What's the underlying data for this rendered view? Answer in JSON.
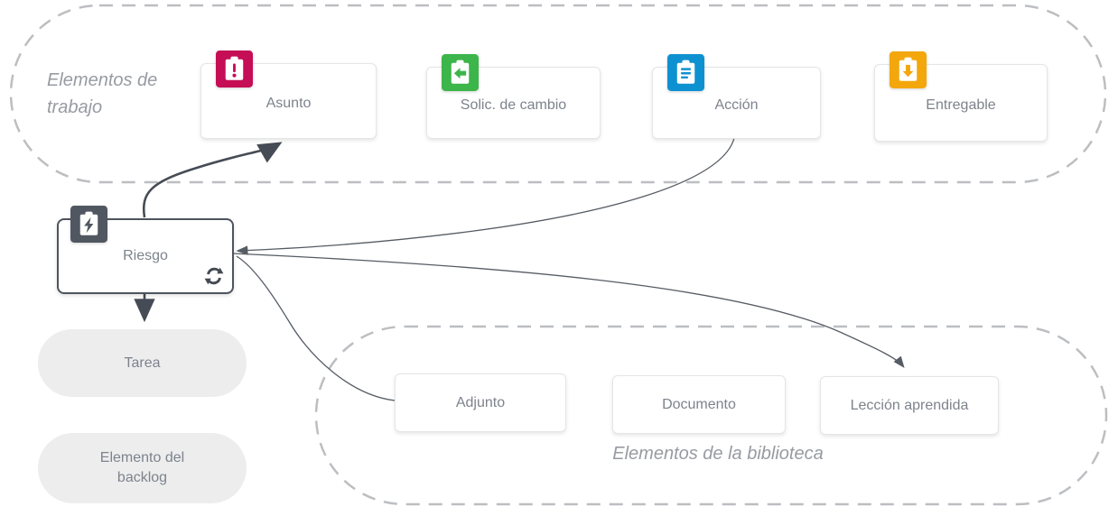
{
  "diagram": {
    "work_items_group": {
      "label": "Elementos de trabajo",
      "items": [
        {
          "id": "asunto",
          "label": "Asunto",
          "icon": "clipboard-exclamation-icon",
          "color": "#C50E56"
        },
        {
          "id": "cambio",
          "label": "Solic. de cambio",
          "icon": "clipboard-arrow-left-icon",
          "color": "#3CB54A"
        },
        {
          "id": "accion",
          "label": "Acción",
          "icon": "clipboard-list-icon",
          "color": "#0E91D1"
        },
        {
          "id": "entregable",
          "label": "Entregable",
          "icon": "clipboard-arrow-down-icon",
          "color": "#F3A70D"
        }
      ]
    },
    "risk_node": {
      "label": "Riesgo",
      "icon": "clipboard-lightning-icon",
      "corner_icon": "sync-icon",
      "color": "#515761"
    },
    "task_pill": {
      "label": "Tarea"
    },
    "backlog_pill": {
      "label": "Elemento del backlog"
    },
    "library_group": {
      "label": "Elementos de la biblioteca",
      "items": [
        {
          "id": "adjunto",
          "label": "Adjunto"
        },
        {
          "id": "documento",
          "label": "Documento"
        },
        {
          "id": "leccion",
          "label": "Lección aprendida"
        }
      ]
    },
    "edges": [
      {
        "from": "Riesgo",
        "to": "Asunto",
        "style": "thick"
      },
      {
        "from": "Riesgo",
        "to": "Tarea",
        "style": "thick"
      },
      {
        "from": "Acción",
        "to": "Riesgo",
        "style": "thin"
      },
      {
        "from": "Adjunto",
        "to": "Riesgo",
        "style": "thin"
      },
      {
        "from": "Riesgo",
        "to": "Lección aprendida",
        "style": "thin"
      }
    ],
    "colors": {
      "dashed_border": "#BCBEC1",
      "arrow_thick": "#464C56",
      "arrow_thin": "#565C64",
      "card_border": "#E4E5E7",
      "card_text": "#7D838C",
      "pill_bg": "#EDEDEE",
      "group_label_text": "#979BA2"
    }
  }
}
